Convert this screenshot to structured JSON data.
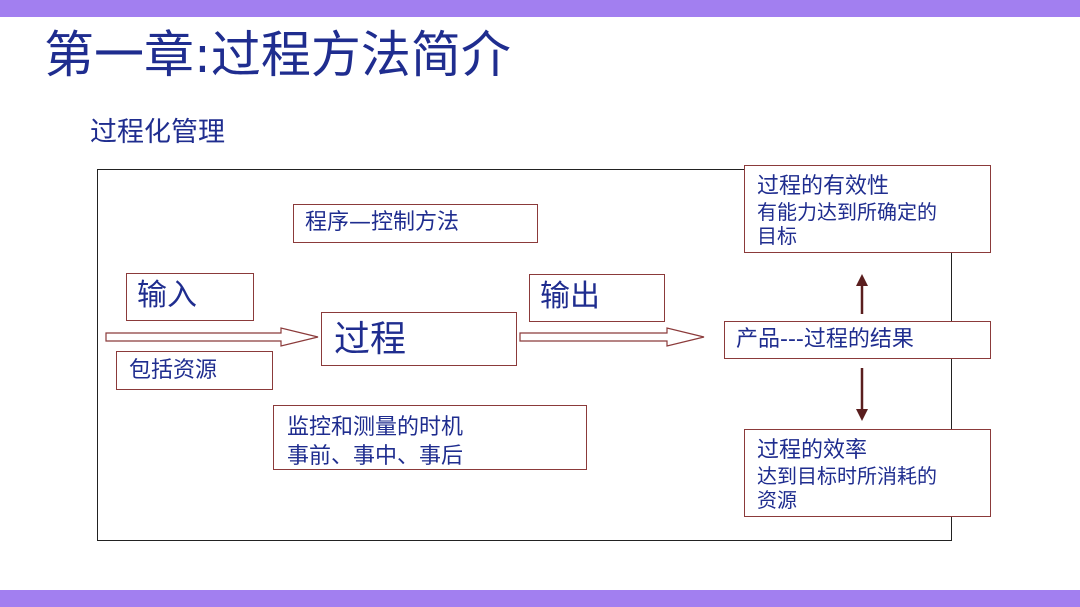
{
  "title": "第一章:过程方法简介",
  "subtitle": "过程化管理",
  "diagram": {
    "procedure": "程序—控制方法",
    "input": "输入",
    "output": "输出",
    "process": "过程",
    "resources": "包括资源",
    "monitor": {
      "line1": "监控和测量的时机",
      "line2": "事前、事中、事后"
    },
    "effectiveness": {
      "line1": "过程的有效性",
      "line2": "有能力达到所确定的",
      "line3": "目标"
    },
    "product": "产品---过程的结果",
    "efficiency": {
      "line1": "过程的效率",
      "line2": "达到目标时所消耗的",
      "line3": "资源"
    }
  },
  "colors": {
    "band": "#a27ff0",
    "text": "#1f2d8f",
    "box_border": "#8b3a3a",
    "arrow": "#5a1e1e"
  }
}
